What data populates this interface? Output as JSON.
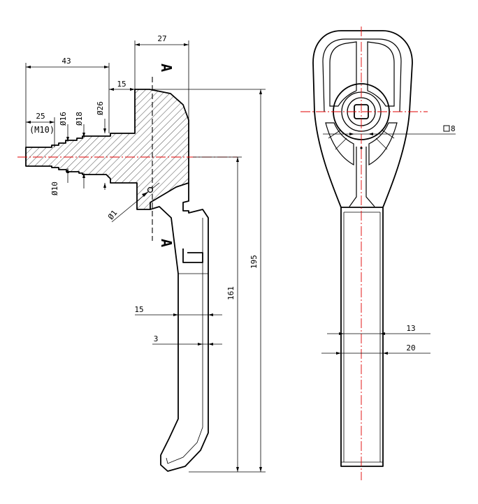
{
  "diagram": {
    "section": {
      "marker_top": "A",
      "marker_bottom": "A"
    },
    "side_view": {
      "dims": {
        "w27": "27",
        "w43": "43",
        "w15_top": "15",
        "w25": "25",
        "thread": "(M10)",
        "d16": "Ø16",
        "d18": "Ø18",
        "d26": "Ø26",
        "d10": "Ø10",
        "d1": "Ø1",
        "w15_mid": "15",
        "w3": "3",
        "h161": "161",
        "h195": "195"
      }
    },
    "front_view": {
      "dims": {
        "square": "8",
        "w13": "13",
        "w20": "20"
      }
    },
    "colors": {
      "line": "#000000",
      "centerline": "#e00000"
    }
  }
}
